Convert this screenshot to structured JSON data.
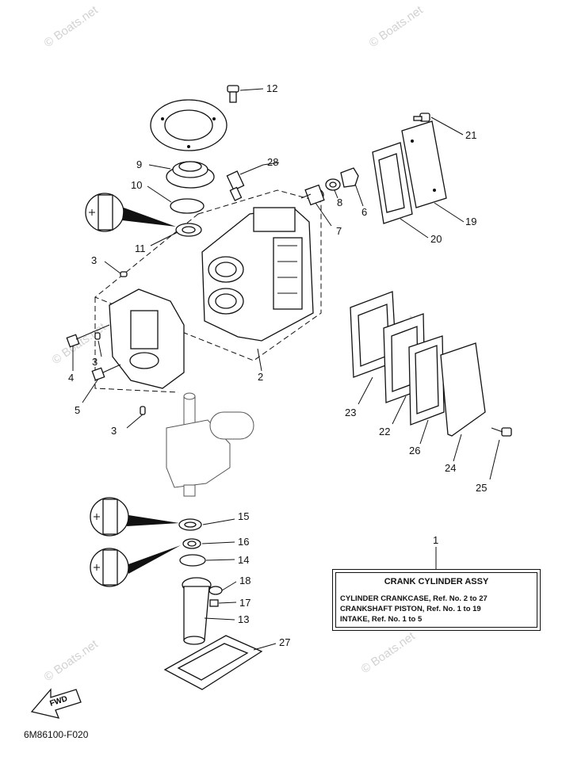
{
  "watermark": "© Boats.net",
  "drawing_code": "6M86100-F020",
  "fwd_label": "FWD",
  "info_box": {
    "title": "CRANK CYLINDER ASSY",
    "lines": [
      "CYLINDER CRANKCASE, Ref. No. 2 to 27",
      "CRANKSHAFT PISTON,    Ref. No. 1 to 19",
      "INTAKE, Ref. No. 1 to 5"
    ]
  },
  "callouts": {
    "c1": "1",
    "c2": "2",
    "c3a": "3",
    "c3b": "3",
    "c3c": "3",
    "c4": "4",
    "c5": "5",
    "c6": "6",
    "c7": "7",
    "c8": "8",
    "c9": "9",
    "c10": "10",
    "c11": "11",
    "c12": "12",
    "c13": "13",
    "c14": "14",
    "c15": "15",
    "c16": "16",
    "c17": "17",
    "c18": "18",
    "c19": "19",
    "c20": "20",
    "c21": "21",
    "c22": "22",
    "c23": "23",
    "c24": "24",
    "c25": "25",
    "c26": "26",
    "c27": "27",
    "c28": "28"
  }
}
